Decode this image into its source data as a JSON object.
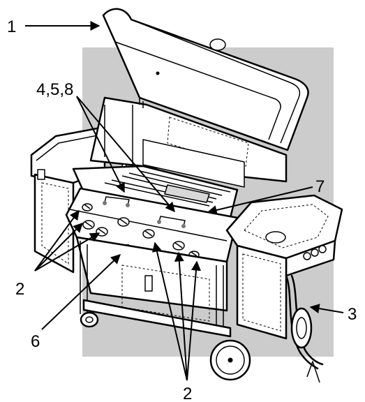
{
  "callouts": {
    "c1": "1",
    "c458": "4,5,8",
    "c7": "7",
    "c2_left": "2",
    "c3": "3",
    "c6": "6",
    "c2_bottom": "2"
  },
  "colors": {
    "background_panel": "#cccccc",
    "outline": "#000000",
    "body": "#ffffff"
  }
}
